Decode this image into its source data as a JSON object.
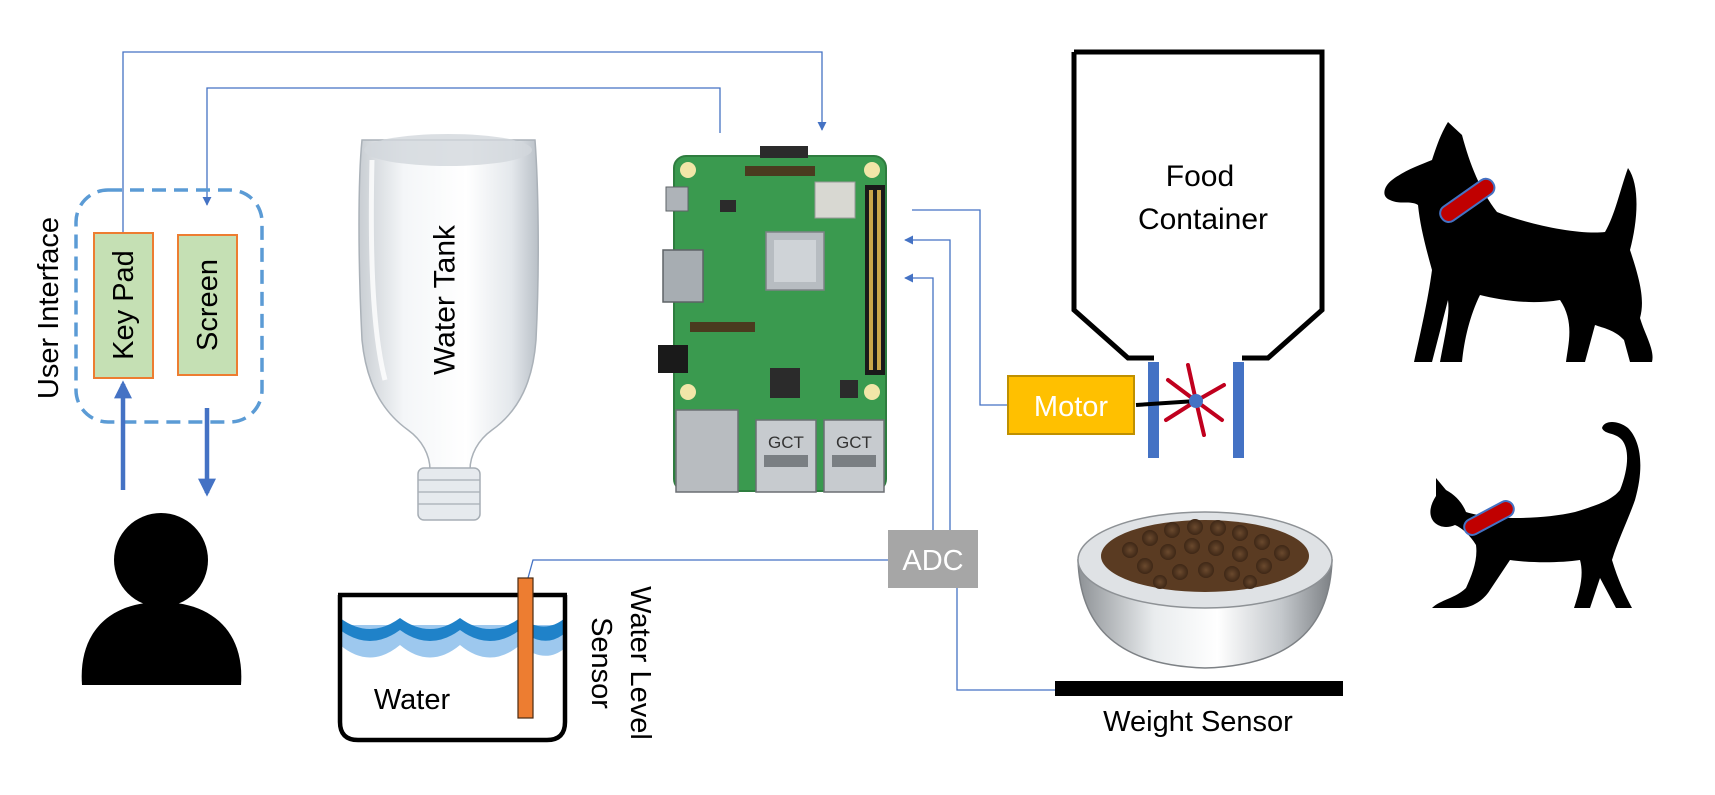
{
  "labels": {
    "user_interface": "User Interface",
    "key_pad": "Key Pad",
    "screen": "Screen",
    "water_tank": "Water Tank",
    "water": "Water",
    "water_level_sensor_line1": "Water Level",
    "water_level_sensor_line2": "Sensor",
    "adc": "ADC",
    "motor": "Motor",
    "food_container_line1": "Food",
    "food_container_line2": "Container",
    "weight_sensor": "Weight Sensor",
    "usb_chip_left": "GCT",
    "usb_chip_right": "GCT"
  },
  "colors": {
    "connector_line": "#4472c4",
    "ui_dashed_border": "#5b9bd5",
    "module_fill": "#c5e0b4",
    "module_border": "#ed7d31",
    "adc_fill": "#a6a6a6",
    "motor_fill": "#ffc000",
    "motor_border": "#bf9000",
    "collar": "#c00000",
    "water_dark": "#1f82c9",
    "water_light": "#9dc8ee",
    "sensor_probe": "#ed7d31",
    "pcb_green": "#3a9a4f",
    "silhouette": "#000000"
  },
  "icons": [
    "person-icon",
    "dog-icon",
    "cat-icon",
    "water-bottle-icon",
    "raspberry-pi-board-icon",
    "food-bowl-icon",
    "propeller-icon"
  ]
}
